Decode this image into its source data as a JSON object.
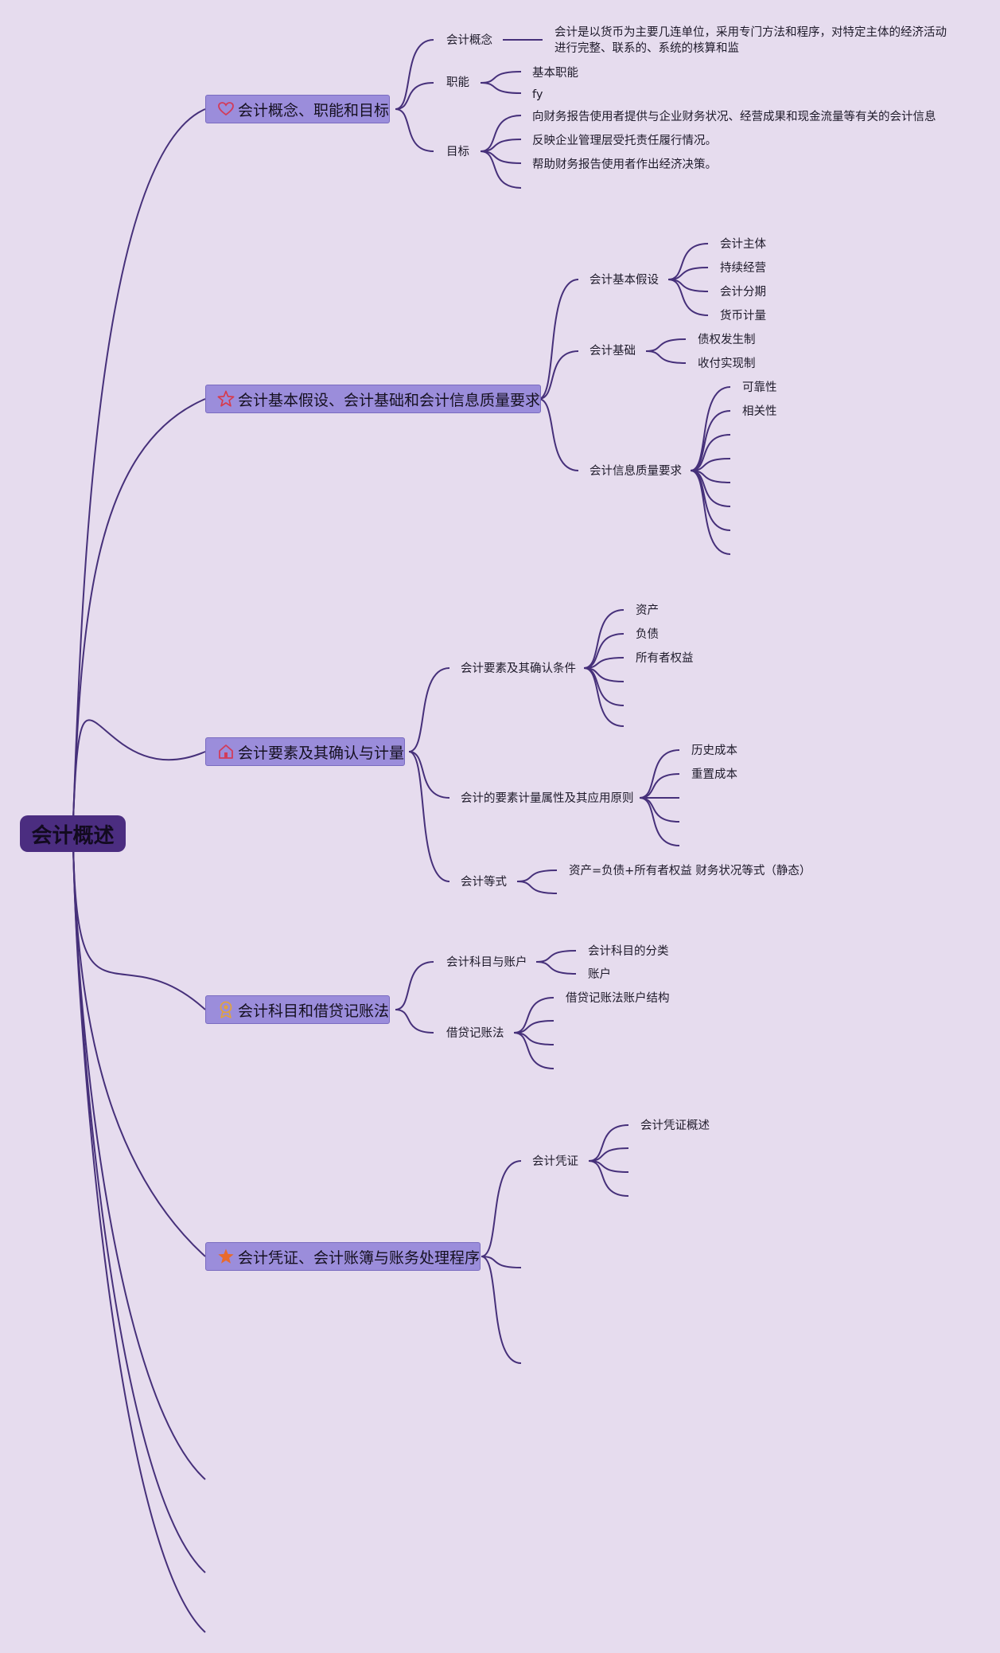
{
  "root": {
    "label": "会计概述"
  },
  "topics": [
    {
      "label": "会计概念、职能和目标",
      "icon": "heart-icon",
      "icon_color": "#d23c5a"
    },
    {
      "label": "会计基本假设、会计基础和会计信息质量要求",
      "icon": "star-outline-icon",
      "icon_color": "#d83a4a"
    },
    {
      "label": "会计要素及其确认与计量",
      "icon": "house-icon",
      "icon_color": "#d23c5a"
    },
    {
      "label": "会计科目和借贷记账法",
      "icon": "medal-icon",
      "icon_color": "#e0a240"
    },
    {
      "label": "会计凭证、会计账簿与账务处理程序",
      "icon": "star-filled-icon",
      "icon_color": "#e86a2c"
    }
  ],
  "t1": {
    "concept": "会计概念",
    "concept_text": "会计是以货币为主要几连单位，采用专门方法和程序，对特定主体的经济活动进行完整、联系的、系统的核算和监",
    "function": "职能",
    "function_leaves": [
      "基本职能",
      "fy"
    ],
    "goal": "目标",
    "goal_leaves": [
      "向财务报告使用者提供与企业财务状况、经营成果和现金流量等有关的会计信息",
      "反映企业管理层受托责任履行情况。",
      "帮助财务报告使用者作出经济决策。"
    ]
  },
  "t2": {
    "assumption": "会计基本假设",
    "assumption_leaves": [
      "会计主体",
      "持续经营",
      "会计分期",
      "货币计量"
    ],
    "basis": "会计基础",
    "basis_leaves": [
      "债权发生制",
      "收付实现制"
    ],
    "quality": "会计信息质量要求",
    "quality_leaves": [
      "可靠性",
      "相关性"
    ]
  },
  "t3": {
    "elements": "会计要素及其确认条件",
    "elements_leaves": [
      "资产",
      "负债",
      "所有者权益"
    ],
    "measure": "会计的要素计量属性及其应用原则",
    "measure_leaves": [
      "历史成本",
      "重置成本"
    ],
    "equation": "会计等式",
    "equation_leaves": [
      "资产=负债+所有者权益 财务状况等式（静态）"
    ]
  },
  "t4": {
    "accounts": "会计科目与账户",
    "accounts_leaves": [
      "会计科目的分类",
      "账户"
    ],
    "debit_credit": "借贷记账法",
    "debit_credit_leaves": [
      "借贷记账法账户结构"
    ]
  },
  "t5": {
    "voucher": "会计凭证",
    "voucher_leaves": [
      "会计凭证概述"
    ]
  },
  "colors": {
    "background": "#e6dcee",
    "link": "#46307a",
    "topic_fill": "#9b8ddb",
    "root_fill": "#4b2d80"
  }
}
